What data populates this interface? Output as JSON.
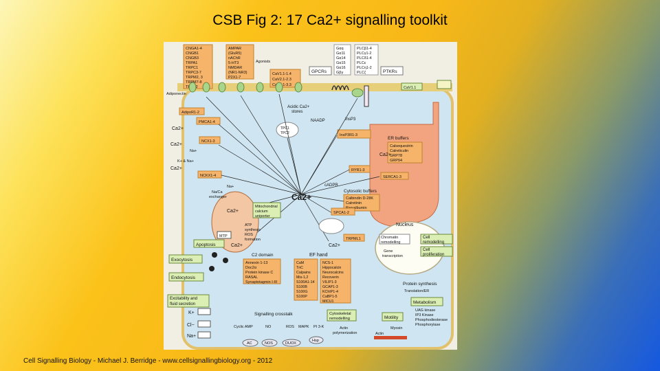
{
  "slide": {
    "title": "CSB Fig 2: 17 Ca2+ signalling toolkit",
    "footer": "Cell Signalling Biology - Michael J. Berridge - www.cellsignallingbiology.org - 2012"
  },
  "figure": {
    "channel_list": [
      "CNGA1-4",
      "CNGB1",
      "CNGB3",
      "TRPA1",
      "TRPC1",
      "TRPC3-7",
      "TRPM2, 3",
      "TRPM7-8",
      "TRPP2"
    ],
    "receptor_list": [
      "AMPAR",
      "(GluR5)",
      "nAChR",
      "5-HT3",
      "NMDAR",
      "(NR1-NR3)",
      "P2X1-7"
    ],
    "agonists": "Agonists",
    "cav_list": [
      "CaV1.1-1.4",
      "CaV2.1-2.3",
      "CaV3.1-3.3"
    ],
    "galpha_list": [
      "Gαq",
      "Gα11",
      "Gα14",
      "Gα15",
      "Gα16",
      "Gβγ"
    ],
    "gpcrs": "GPCRs",
    "plc_list": [
      "PLCβ1-4",
      "PLCγ1-2",
      "PLCδ1-4",
      "PLCε",
      "PLCη1-2",
      "PLCζ"
    ],
    "ptkrs": "PTKRs",
    "cav_right": "CaV1.1",
    "adiponectin": "Adiponectin",
    "adipor": "AdipoR1-2",
    "pmca": "PMCA1-4",
    "ncx": "NCX1-3",
    "nckx": "NCKX1-4",
    "ca2plus": "Ca2+",
    "na_plus": "Na+",
    "k_na": "K+ & Na+",
    "acidic_stores": [
      "Acidic Ca2+",
      "stores"
    ],
    "naadp": "NAADP",
    "tpc": [
      "TPC1",
      "TPC2"
    ],
    "ins_p3": "InsP3",
    "insp3r": "InsP3R1-3",
    "er_buffers_title": "ER buffers",
    "er_buffers": [
      "Calsequestrin",
      "Calreticulin",
      "GRP78",
      "GRP94"
    ],
    "ryr": "RYR1-3",
    "serca": "SERCA1-3",
    "cadpr": "cADPR",
    "cytosolic_buffers_title": "Cytosolic buffers",
    "cytosolic_buffers": [
      "Calbindin D-28K",
      "Calretinin",
      "Parvalbumin"
    ],
    "na_ca_exchanger": [
      "Na/Ca",
      "exchanger"
    ],
    "mcu": [
      "Mitochondrial",
      "calcium",
      "uniporter"
    ],
    "atp_lines": [
      "ATP",
      "synthesis",
      "ROS",
      "formation"
    ],
    "mtp": "MTP",
    "apoptosis": "Apoptosis",
    "spca": "SPCA1-2",
    "trpml": "TRPML1",
    "nucleus": "Nucleus",
    "chromatin": [
      "Chromatin",
      "remodelling"
    ],
    "gene_transcription": [
      "Gene",
      "transcription"
    ],
    "cell_remodelling": [
      "Cell",
      "remodelling"
    ],
    "cell_proliferation": [
      "Cell",
      "proliferation"
    ],
    "c2_domain": "C2 domain",
    "ef_hand": "EF hand",
    "c2_list": [
      "Annexin 1-13",
      "Doc2α",
      "Protein kinase C",
      "RASAL",
      "Synaptotagmin I-III"
    ],
    "ef_list_1": [
      "CaM",
      "TnC",
      "Calpains",
      "Mis-1,2",
      "S100A1-14",
      "S100B",
      "S100G",
      "S100P"
    ],
    "ef_list_2": [
      "NCS-1",
      "Hippocalcin",
      "Neurocalcins",
      "Recoverin",
      "VILIP1-3",
      "GCAP1-3",
      "KChIP1-4",
      "CaBP1-5",
      "MICU1"
    ],
    "exocytosis": "Exocytosis",
    "endocytosis": "Endocytosis",
    "excitability": [
      "Excitability and",
      "fluid secretion"
    ],
    "k_plus": "K+",
    "cl_minus": "Cl−",
    "signalling_crosstalk": "Signalling crosstalk",
    "crosstalk_items": [
      "Cyclic AMP",
      "NO",
      "ROS",
      "MAPK",
      "PI 3-K"
    ],
    "crosstalk_enzymes": [
      "AC",
      "NOS",
      "DUOX",
      "Hsp"
    ],
    "cytoskeletal": [
      "Cytoskeletal",
      "remodelling"
    ],
    "actin_poly": [
      "Actin",
      "polymerization"
    ],
    "motility": "Motility",
    "myosin": "Myosin",
    "actin": "Actin",
    "protein_synthesis": "Protein synthesis",
    "translation": "Translation/ER",
    "metabolism": "Metabolism",
    "metabolism_list": [
      "UAG kinase",
      "IP3 Kinase",
      "Phosphodiesterase",
      "Phosphorylase"
    ]
  },
  "colors": {
    "cytoplasm": "#cfe6f2",
    "er": "#f1a47f",
    "nucleus": "#fdfdf4",
    "label_box": "#f6b36a",
    "green_box": "#dbefb4",
    "membrane": "#e1c16b"
  }
}
